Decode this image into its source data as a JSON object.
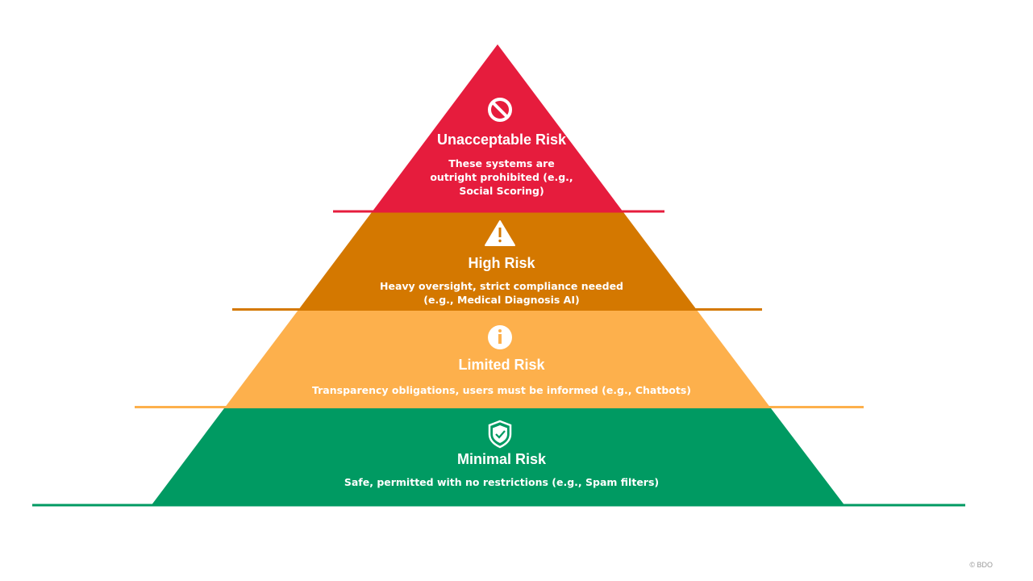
{
  "tiers": [
    {
      "title": "Unacceptable Risk",
      "description": "These systems are\noutright prohibited (e.g.,\nSocial Scoring)",
      "icon": "prohibited-icon",
      "color": "#E61C3D"
    },
    {
      "title": "High Risk",
      "description": "Heavy oversight, strict compliance needed\n(e.g., Medical Diagnosis AI)",
      "icon": "warning-icon",
      "color": "#D47800"
    },
    {
      "title": "Limited Risk",
      "description": "Transparency obligations, users must be informed (e.g., Chatbots)",
      "icon": "info-icon",
      "color": "#FDB04C"
    },
    {
      "title": "Minimal Risk",
      "description": "Safe, permitted with no restrictions (e.g., Spam filters)",
      "icon": "shield-check-icon",
      "color": "#009A62"
    }
  ],
  "copyright": "© BDO"
}
